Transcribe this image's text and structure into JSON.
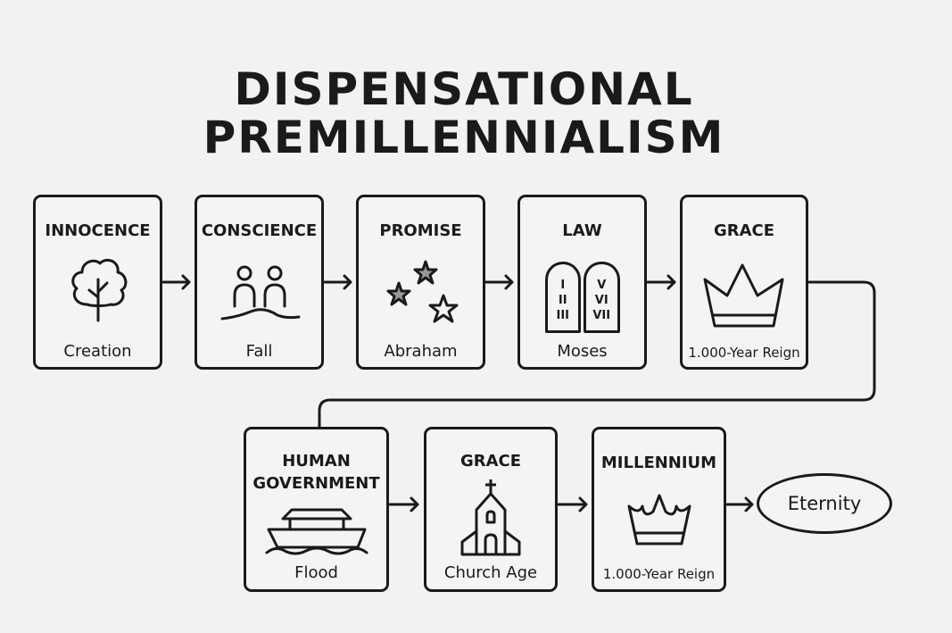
{
  "title": {
    "line1": "DISPENSATIONAL",
    "line2": "PREMILLENNIALISM"
  },
  "row1": [
    {
      "heading": "INNOCENCE",
      "caption": "Creation",
      "icon": "tree-icon"
    },
    {
      "heading": "CONSCIENCE",
      "caption": "Fall",
      "icon": "people-icon"
    },
    {
      "heading": "PROMISE",
      "caption": "Abraham",
      "icon": "stars-icon"
    },
    {
      "heading": "LAW",
      "caption": "Moses",
      "icon": "tablets-icon",
      "tablet_left": [
        "I",
        "II",
        "III"
      ],
      "tablet_right": [
        "V",
        "VI",
        "VII"
      ]
    },
    {
      "heading": "GRACE",
      "caption": "1.000-Year Reign",
      "icon": "crown-icon"
    }
  ],
  "row2": [
    {
      "heading_line1": "HUMAN",
      "heading_line2": "GOVERNMENT",
      "caption": "Flood",
      "icon": "ark-icon"
    },
    {
      "heading": "GRACE",
      "caption": "Church Age",
      "icon": "church-icon"
    },
    {
      "heading": "MILLENNIUM",
      "caption": "1.000-Year Reign",
      "icon": "crown-icon"
    }
  ],
  "end": {
    "label": "Eternity"
  },
  "colors": {
    "ink": "#1a1a1a",
    "background": "#f2f2f2",
    "star_fill": "#999999"
  }
}
